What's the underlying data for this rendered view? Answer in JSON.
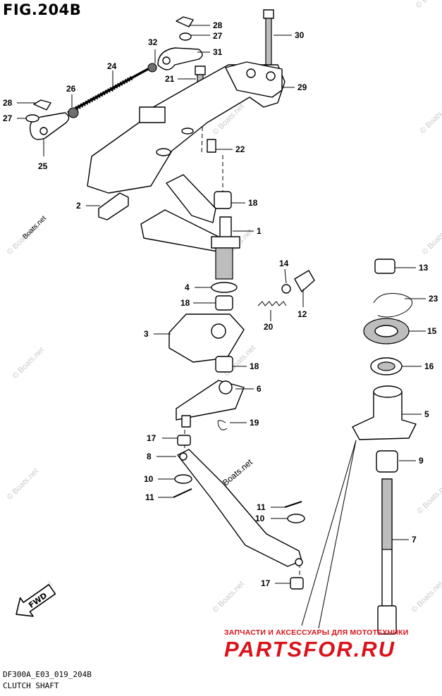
{
  "figure": {
    "title": "FIG.204B",
    "code": "DF300A_E03_019_204B",
    "name": "CLUTCH SHAFT"
  },
  "watermark": {
    "site": "© Boats.net",
    "site_plain": "Boats.net",
    "tagline": "ЗАПЧАСТИ И АКСЕССУАРЫ ДЛЯ МОТОТЕХНИКИ",
    "brand": "PARTSFOR.RU",
    "color": "#d9141b"
  },
  "direction_arrow": "FWD",
  "callouts": [
    {
      "id": "c28a",
      "label": "28"
    },
    {
      "id": "c27a",
      "label": "27"
    },
    {
      "id": "c32",
      "label": "32"
    },
    {
      "id": "c31",
      "label": "31"
    },
    {
      "id": "c30",
      "label": "30"
    },
    {
      "id": "c24",
      "label": "24"
    },
    {
      "id": "c21",
      "label": "21"
    },
    {
      "id": "c29",
      "label": "29"
    },
    {
      "id": "c28b",
      "label": "28"
    },
    {
      "id": "c26",
      "label": "26"
    },
    {
      "id": "c27b",
      "label": "27"
    },
    {
      "id": "c25",
      "label": "25"
    },
    {
      "id": "c22",
      "label": "22"
    },
    {
      "id": "c18a",
      "label": "18"
    },
    {
      "id": "c2",
      "label": "2"
    },
    {
      "id": "c1",
      "label": "1"
    },
    {
      "id": "c14",
      "label": "14"
    },
    {
      "id": "c4",
      "label": "4"
    },
    {
      "id": "c18b",
      "label": "18"
    },
    {
      "id": "c12",
      "label": "12"
    },
    {
      "id": "c20",
      "label": "20"
    },
    {
      "id": "c3",
      "label": "3"
    },
    {
      "id": "c13",
      "label": "13"
    },
    {
      "id": "c23",
      "label": "23"
    },
    {
      "id": "c15",
      "label": "15"
    },
    {
      "id": "c16",
      "label": "16"
    },
    {
      "id": "c18c",
      "label": "18"
    },
    {
      "id": "c6",
      "label": "6"
    },
    {
      "id": "c5",
      "label": "5"
    },
    {
      "id": "c19",
      "label": "19"
    },
    {
      "id": "c17a",
      "label": "17"
    },
    {
      "id": "c8",
      "label": "8"
    },
    {
      "id": "c9",
      "label": "9"
    },
    {
      "id": "c10a",
      "label": "10"
    },
    {
      "id": "c11a",
      "label": "11"
    },
    {
      "id": "c11b",
      "label": "11"
    },
    {
      "id": "c10b",
      "label": "10"
    },
    {
      "id": "c7",
      "label": "7"
    },
    {
      "id": "c17b",
      "label": "17"
    }
  ]
}
